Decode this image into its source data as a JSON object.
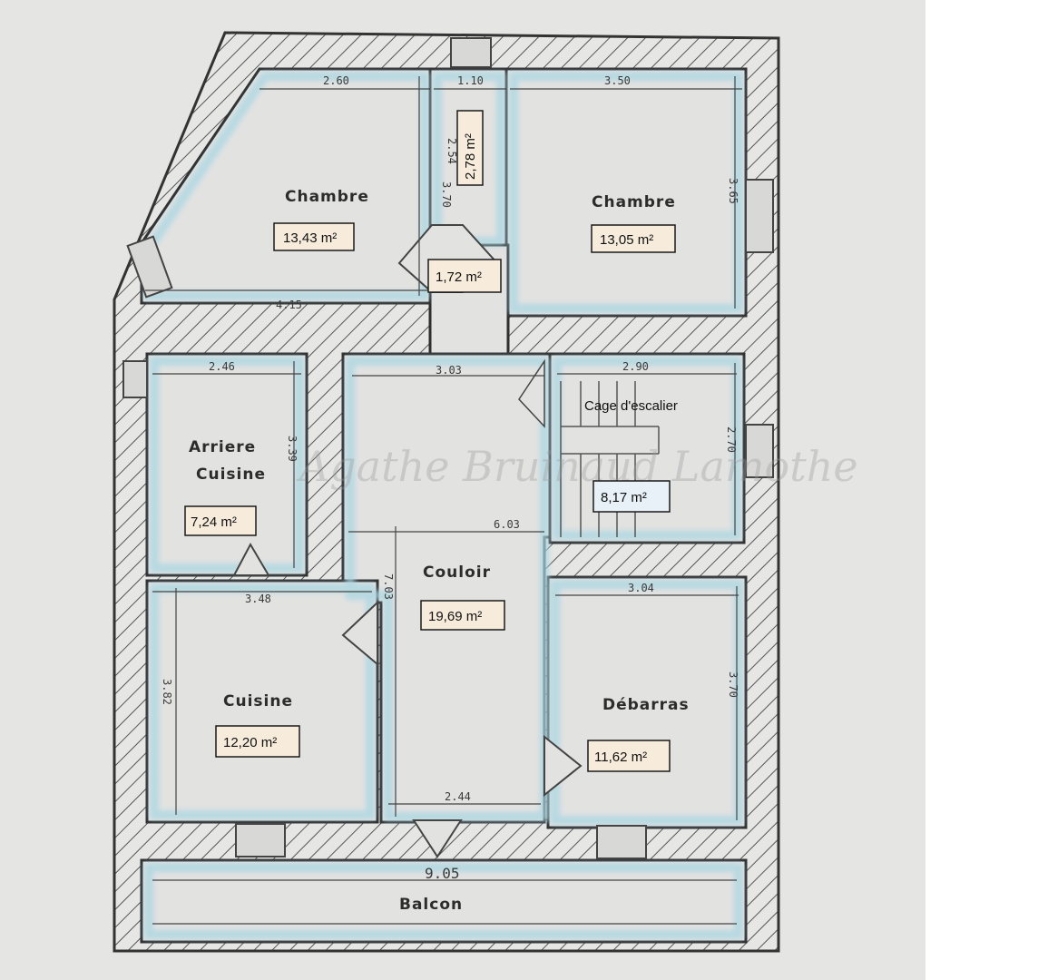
{
  "rooms": {
    "chambre_left": {
      "label": "Chambre",
      "area": "13,43 m²"
    },
    "closet": {
      "area": "2,78 m²"
    },
    "chambre_right": {
      "label": "Chambre",
      "area": "13,05 m²"
    },
    "entry": {
      "area": "1,72 m²"
    },
    "arriere_cuisine": {
      "label_line1": "Arriere",
      "label_line2": "Cuisine",
      "area": "7,24 m²"
    },
    "cage_escalier": {
      "label": "Cage d'escalier",
      "area": "8,17 m²"
    },
    "couloir": {
      "label": "Couloir",
      "area": "19,69 m²"
    },
    "cuisine": {
      "label": "Cuisine",
      "area": "12,20 m²"
    },
    "debarras": {
      "label": "Débarras",
      "area": "11,62 m²"
    },
    "balcon": {
      "label": "Balcon"
    }
  },
  "dimensions": {
    "chambre_left_width": "2.60",
    "closet_width": "1.10",
    "chambre_right_width": "3.50",
    "chambre_left_height": "3.70",
    "closet_height": "2.54",
    "chambre_right_height": "3.65",
    "chambre_left_bottom": "4.15",
    "arriere_width": "2.46",
    "stair_top": "3.03",
    "cage_width": "2.90",
    "arriere_height": "3.39",
    "cage_height": "2.70",
    "couloir_length": "6.03",
    "couloir_height": "7.03",
    "cuisine_width": "3.48",
    "debarras_width": "3.04",
    "cuisine_height": "3.82",
    "debarras_height": "3.70",
    "couloir_bottom": "2.44",
    "balcon_width": "9.05"
  },
  "watermark": "Agathe Bruinaud Lamothe",
  "colors": {
    "wall": "#3f3f3f",
    "floor": "#e2e2e1",
    "edge_tint": "#a9d6e2",
    "label_bg": "#f7ecdc",
    "label_bg_blue": "#e7f1f7",
    "label_border": "#1a1a1a",
    "page_bg": "#e5e5e4"
  }
}
